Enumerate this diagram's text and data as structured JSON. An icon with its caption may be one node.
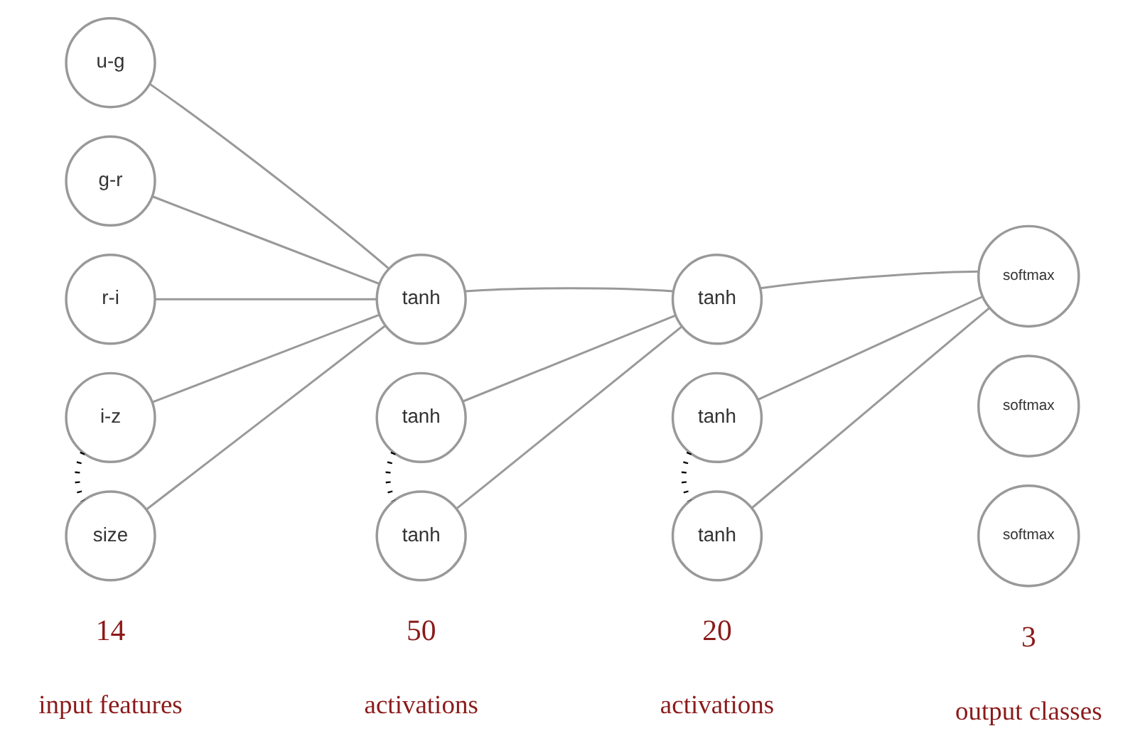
{
  "diagram": {
    "nodes": [
      {
        "text": [
          "u-g"
        ]
      },
      {
        "text": [
          "g-r"
        ]
      },
      {
        "text": [
          "r-i"
        ]
      },
      {
        "text": [
          "i-z"
        ]
      },
      {
        "text": [
          "size"
        ]
      },
      {
        "text": [
          "tanh"
        ]
      },
      {
        "text": [
          "tanh"
        ]
      },
      {
        "text": [
          "tanh"
        ]
      },
      {
        "text": [
          "tanh"
        ]
      },
      {
        "text": [
          "tanh"
        ]
      },
      {
        "text": [
          "tanh"
        ]
      },
      {
        "text": [
          "softmax"
        ]
      },
      {
        "text": [
          "softmax"
        ]
      },
      {
        "text": [
          "softmax"
        ]
      }
    ],
    "edges": [
      {
        "from": 0,
        "to": 5,
        "arrow": "none"
      },
      {
        "from": 1,
        "to": 5,
        "arrow": "none"
      },
      {
        "from": 2,
        "to": 5,
        "arrow": "none"
      },
      {
        "from": 3,
        "to": 5,
        "arrow": "none"
      },
      {
        "from": 4,
        "to": 5,
        "arrow": "none"
      },
      {
        "from": 3,
        "to": 4,
        "arrow": "none",
        "style": "dashed",
        "color": "#000000"
      },
      {
        "from": 5,
        "to": 8,
        "arrow": "none"
      },
      {
        "from": 6,
        "to": 8,
        "arrow": "none"
      },
      {
        "from": 7,
        "to": 8,
        "arrow": "none"
      },
      {
        "from": 6,
        "to": 7,
        "arrow": "none",
        "style": "dashed",
        "color": "#000000"
      },
      {
        "from": 8,
        "to": 11,
        "arrow": "none"
      },
      {
        "from": 9,
        "to": 11,
        "arrow": "none"
      },
      {
        "from": 10,
        "to": 11,
        "arrow": "none"
      },
      {
        "from": 9,
        "to": 10,
        "arrow": "none",
        "style": "dashed",
        "color": "#000000"
      }
    ],
    "labels": [
      "14",
      "input features",
      "50",
      "activations",
      "20",
      "activations",
      "3",
      "output classes"
    ]
  }
}
